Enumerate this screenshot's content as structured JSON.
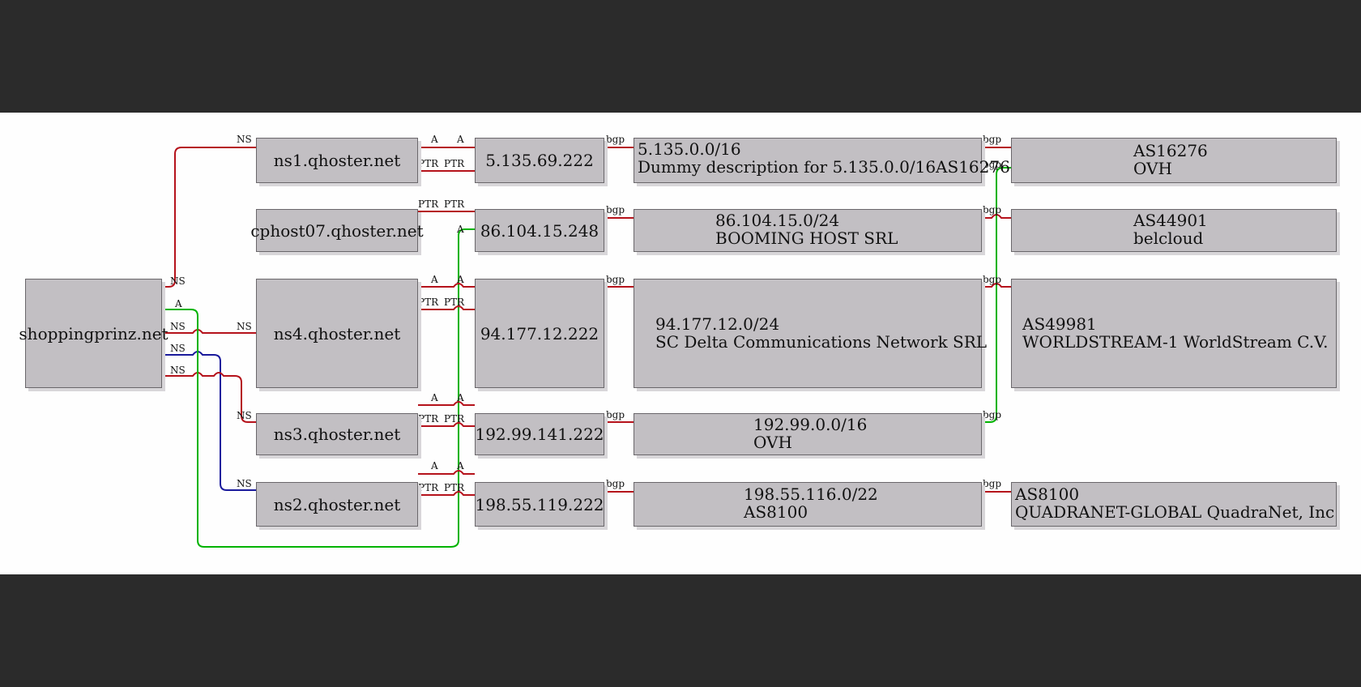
{
  "nodes": {
    "domain": {
      "label": "shoppingprinz.net"
    },
    "ns1": {
      "label": "ns1.qhoster.net"
    },
    "cphost07": {
      "label": "cphost07.qhoster.net"
    },
    "ns4": {
      "label": "ns4.qhoster.net"
    },
    "ns3": {
      "label": "ns3.qhoster.net"
    },
    "ns2": {
      "label": "ns2.qhoster.net"
    },
    "ip1": {
      "label": "5.135.69.222"
    },
    "ip2": {
      "label": "86.104.15.248"
    },
    "ip3": {
      "label": "94.177.12.222"
    },
    "ip4": {
      "label": "192.99.141.222"
    },
    "ip5": {
      "label": "198.55.119.222"
    },
    "net1": {
      "line1": "5.135.0.0/16",
      "line2": "Dummy description for 5.135.0.0/16AS16276"
    },
    "net2": {
      "line1": "86.104.15.0/24",
      "line2": "BOOMING HOST SRL"
    },
    "net3": {
      "line1": "94.177.12.0/24",
      "line2": "SC Delta Communications Network SRL"
    },
    "net4": {
      "line1": "192.99.0.0/16",
      "line2": "OVH"
    },
    "net5": {
      "line1": "198.55.116.0/22",
      "line2": "AS8100"
    },
    "as1": {
      "line1": "AS16276",
      "line2": "OVH"
    },
    "as2": {
      "line1": "AS44901",
      "line2": "belcloud"
    },
    "as3": {
      "line1": "AS49981",
      "line2": "WORLDSTREAM-1 WorldStream C.V."
    },
    "as4": {
      "line1": "AS8100",
      "line2": "QUADRANET-GLOBAL QuadraNet, Inc"
    }
  },
  "edge_labels": {
    "ns": "NS",
    "a": "A",
    "ptr": "PTR",
    "bgp": "bgp"
  },
  "colors": {
    "ns_edge": "#b5121b",
    "a_edge": "#00b300",
    "ns2_edge": "#1a1a9c",
    "background": "#fefefe",
    "node_fill": "#c2bfc3"
  }
}
